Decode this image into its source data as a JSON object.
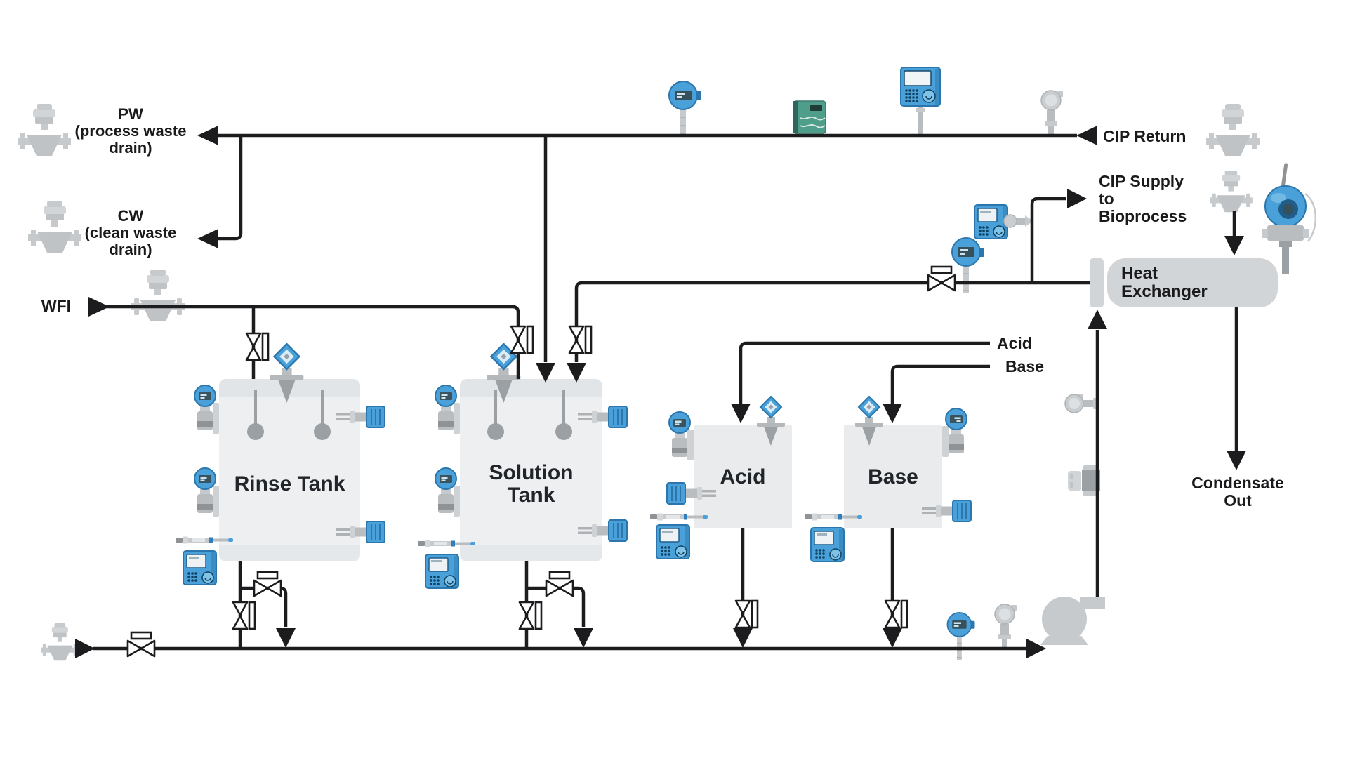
{
  "page": {
    "background": "#ffffff"
  },
  "colors": {
    "line": "#1c1c1e",
    "tank_fill": "#edeff1",
    "tank_band": "#e2e5e7",
    "small_tank_fill": "#e9ebec",
    "heat_exchanger_fill": "#d2d5d8",
    "instrument_gray": "#c6cacd",
    "instrument_gray_dark": "#9ba0a4",
    "instrument_blue": "#4aa0d8",
    "instrument_blue_dark": "#2b77ad",
    "instrument_green": "#4f9e8b"
  },
  "labels": {
    "pw": [
      "PW",
      "(process waste",
      "drain)"
    ],
    "cw": [
      "CW",
      "(clean waste",
      "drain)"
    ],
    "wfi": "WFI",
    "cip_return": "CIP Return",
    "cip_supply": [
      "CIP Supply",
      "to",
      "Bioprocess"
    ],
    "heat_exchanger": [
      "Heat",
      "Exchanger"
    ],
    "rinse_tank": "Rinse Tank",
    "solution_tank": [
      "Solution",
      "Tank"
    ],
    "acid_tank": "Acid",
    "base_tank": "Base",
    "acid_feed": "Acid",
    "base_feed": "Base",
    "condensate": [
      "Condensate",
      "Out"
    ]
  },
  "icons": {
    "coriolis-flowmeter-icon": "gray flanged coriolis flowmeter",
    "radar-level-icon": "blue radar level transmitter with horn antenna",
    "pressure-transmitter-icon": "blue side-mounted pressure transmitter with display",
    "point-level-switch-icon": "blue tuning-fork point level switch",
    "ph-electrode-icon": "memosens pH electrode",
    "transmitter-controller-icon": "blue multiparameter transmitter with keypad and display",
    "temperature-sensor-icon": "blue-head thermometer with insertion probe",
    "data-recorder-icon": "blue data recorder with keypad",
    "flow-switch-icon": "green inline flow device",
    "gray-pressure-sensor-icon": "gray compact pressure sensor",
    "wireless-level-sensor-icon": "blue sensor with wireless antenna",
    "electromagnetic-flowmeter-icon": "gray inline electromagnetic flowmeter",
    "pump-icon": "centrifugal pump",
    "spray-ball-icon": "tank cleaning spray ball",
    "manual-valve-icon": "diaphragm valve",
    "actuated-valve-icon": "actuated valve with actuator block",
    "flow-arrow-icon": "flow direction arrow"
  }
}
